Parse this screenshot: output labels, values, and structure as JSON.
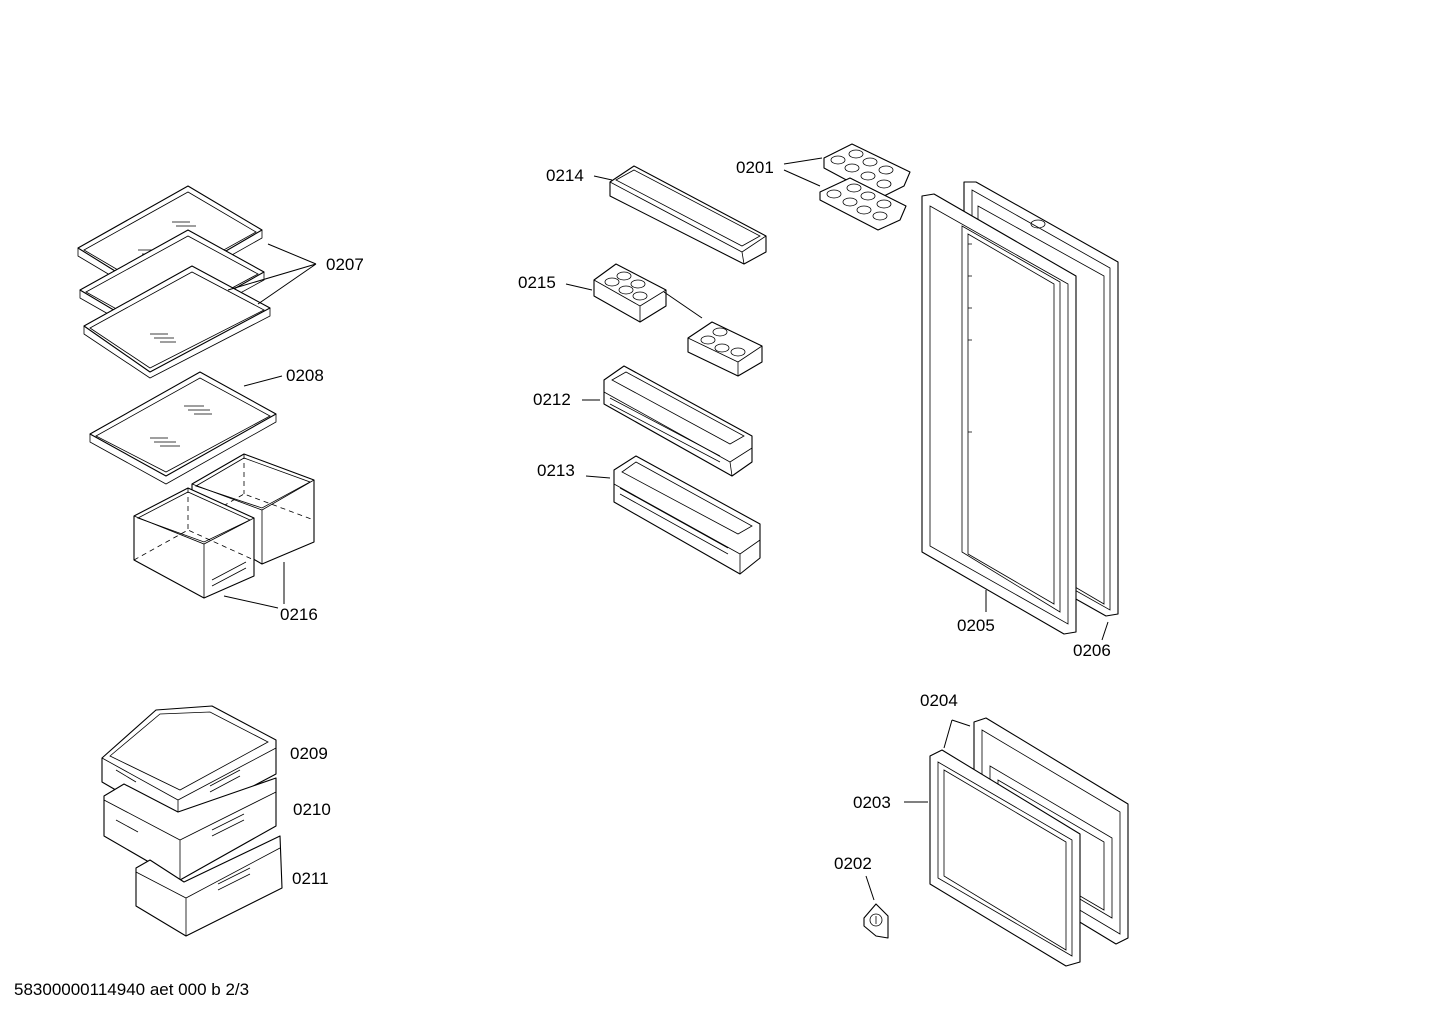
{
  "labels": {
    "p0201": "0201",
    "p0202": "0202",
    "p0203": "0203",
    "p0204": "0204",
    "p0205": "0205",
    "p0206": "0206",
    "p0207": "0207",
    "p0208": "0208",
    "p0209": "0209",
    "p0210": "0210",
    "p0211": "0211",
    "p0212": "0212",
    "p0213": "0213",
    "p0214": "0214",
    "p0215": "0215",
    "p0216": "0216"
  },
  "footer": {
    "code": "58300000114940 aet 000 b 2/3"
  }
}
